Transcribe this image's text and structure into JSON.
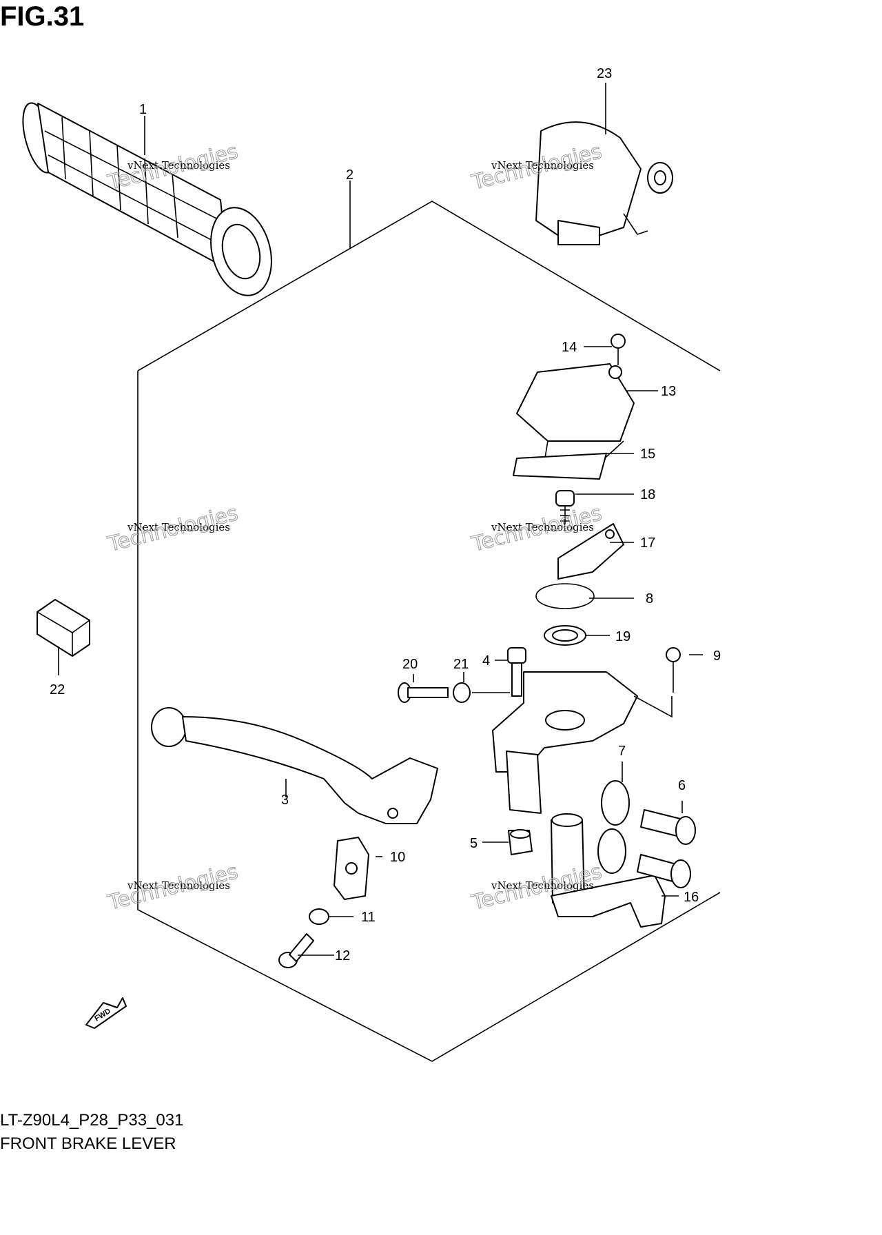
{
  "figure": {
    "title": "FIG.31",
    "code": "LT-Z90L4_P28_P33_031",
    "name": "FRONT BRAKE LEVER"
  },
  "callouts": [
    "1",
    "2",
    "3",
    "4",
    "5",
    "6",
    "7",
    "8",
    "9",
    "10",
    "11",
    "12",
    "13",
    "14",
    "15",
    "16",
    "17",
    "18",
    "19",
    "20",
    "21",
    "22",
    "23"
  ],
  "watermark": {
    "brand": "vNext Technologies",
    "word1": "vNext",
    "word2": "Technologies"
  },
  "fwd_label": "FWD"
}
